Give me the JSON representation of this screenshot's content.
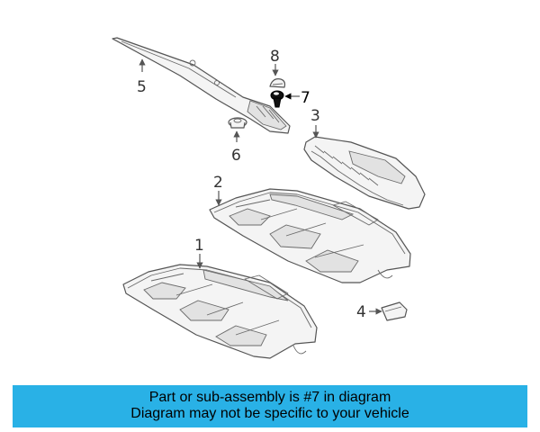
{
  "callouts": {
    "c1": "1",
    "c2": "2",
    "c3": "3",
    "c4": "4",
    "c5": "5",
    "c6": "6",
    "c7": "7",
    "c8": "8"
  },
  "banner": {
    "line1": "Part or sub-assembly is #7 in diagram",
    "line2": "Diagram may not be specific to your vehicle",
    "color": "#29b1e6"
  },
  "highlight_part": "7"
}
